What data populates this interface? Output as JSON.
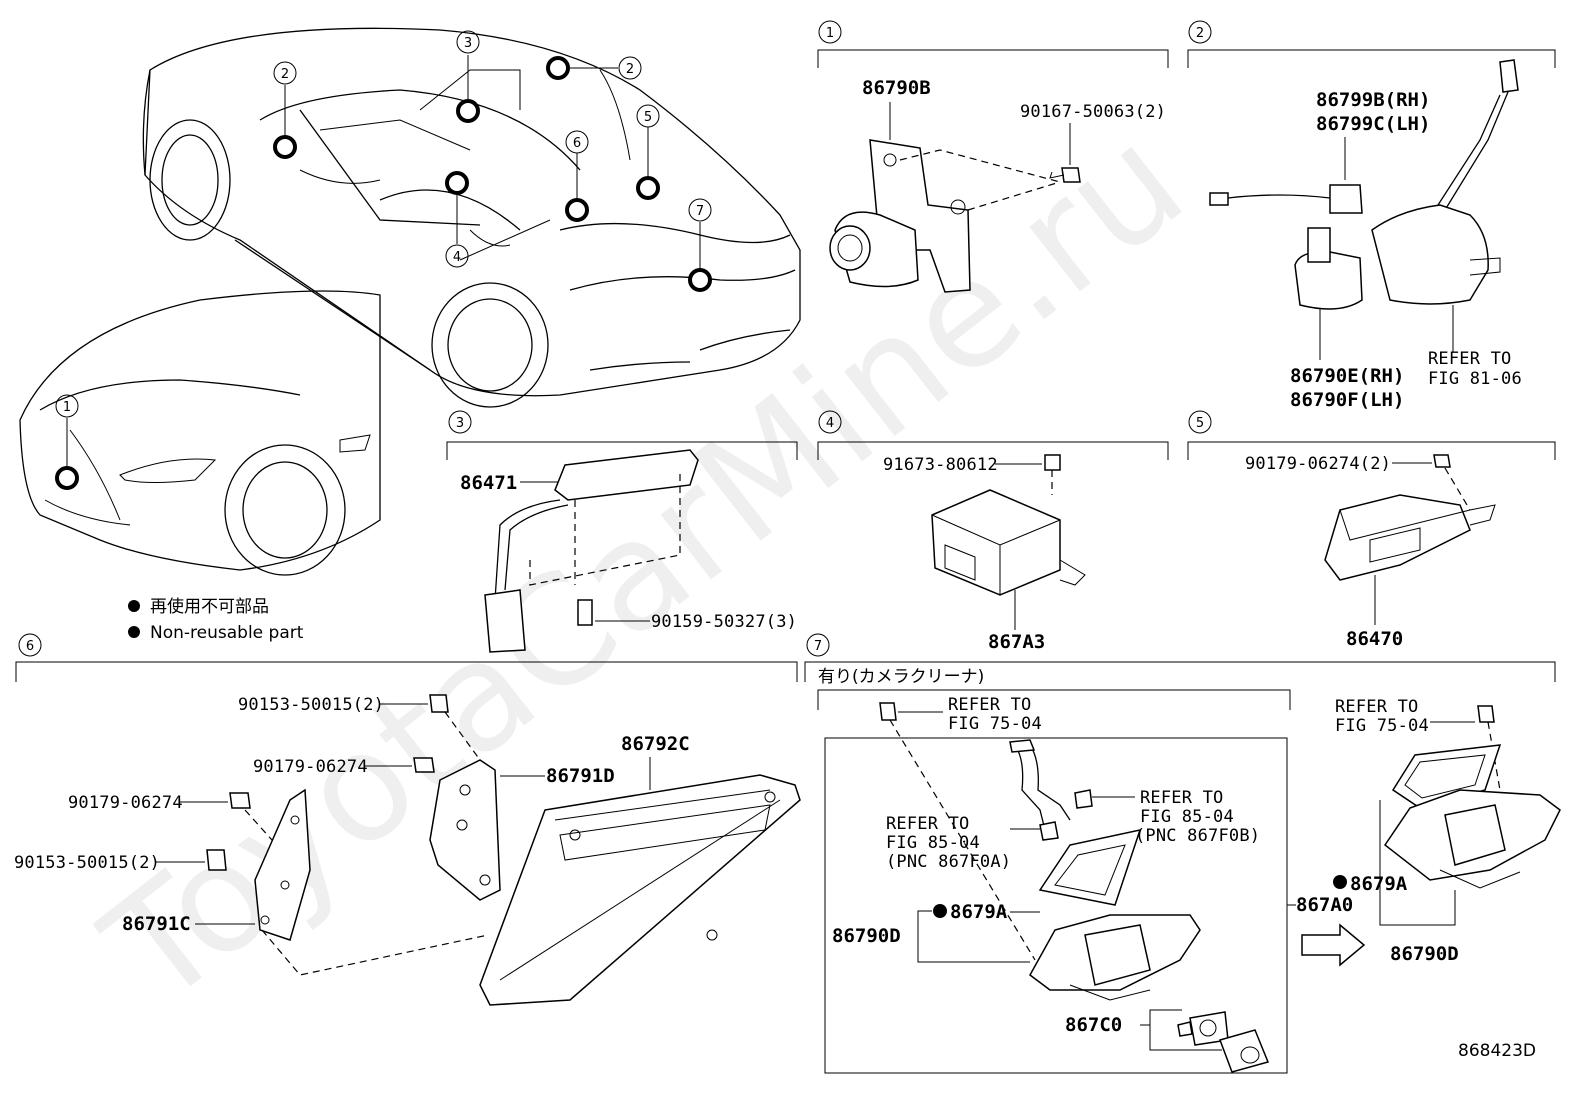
{
  "diagram_id": "868423D",
  "watermark": "ToyotaCarMine.ru",
  "legend": {
    "jp": "再使用不可部品",
    "en": "Non-reusable part"
  },
  "callouts": {
    "c1": "1",
    "c2": "2",
    "c3": "3",
    "c4": "4",
    "c5": "5",
    "c6": "6",
    "c7": "7"
  },
  "sections": {
    "s1": {
      "num": "1",
      "parts": {
        "p1": "86790B",
        "p2": "90167-50063(2)"
      }
    },
    "s2": {
      "num": "2",
      "parts": {
        "p1": "86799B(RH)",
        "p2": "86799C(LH)",
        "p3": "86790E(RH)",
        "p4": "86790F(LH)",
        "ref1": "REFER TO",
        "ref2": "FIG 81-06"
      }
    },
    "s3": {
      "num": "3",
      "parts": {
        "p1": "86471",
        "p2": "90159-50327(3)"
      }
    },
    "s4": {
      "num": "4",
      "parts": {
        "p1": "91673-80612",
        "p2": "867A3"
      }
    },
    "s5": {
      "num": "5",
      "parts": {
        "p1": "90179-06274(2)",
        "p2": "86470"
      }
    },
    "s6": {
      "num": "6",
      "parts": {
        "p1": "90153-50015(2)",
        "p2": "90179-06274",
        "p3": "86791D",
        "p4": "86792C",
        "p5": "90179-06274",
        "p6": "90153-50015(2)",
        "p7": "86791C"
      }
    },
    "s7": {
      "num": "7",
      "variant": "有り(カメラクリーナ)",
      "parts": {
        "ref_a1": "REFER TO",
        "ref_a2": "FIG 75-04",
        "ref_b1": "REFER TO",
        "ref_b2": "FIG 85-04",
        "ref_b3": "(PNC 867F0A)",
        "ref_c1": "REFER TO",
        "ref_c2": "FIG 85-04",
        "ref_c3": "(PNC 867F0B)",
        "p1": "8679A",
        "p2": "86790D",
        "p3": "867C0",
        "p4": "867A0",
        "ref_d1": "REFER TO",
        "ref_d2": "FIG 75-04",
        "p5": "8679A",
        "p6": "86790D"
      }
    }
  }
}
